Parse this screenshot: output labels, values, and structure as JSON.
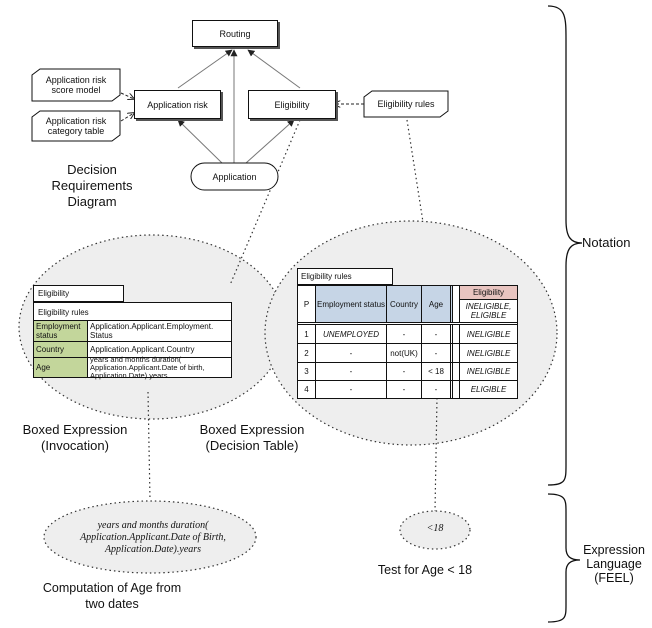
{
  "drd": {
    "routing": "Routing",
    "application_risk": "Application risk",
    "eligibility": "Eligibility",
    "eligibility_rules": "Eligibility rules",
    "risk_score_model": "Application risk score model",
    "risk_category_table": "Application risk category table",
    "application": "Application",
    "caption": "Decision Requirements Diagram"
  },
  "invocation": {
    "decision_name": "Eligibility",
    "bkm_name": "Eligibility rules",
    "bindings": [
      {
        "param": "Employment status",
        "expr": "Application.Applicant.Employment. Status"
      },
      {
        "param": "Country",
        "expr": "Application.Applicant.Country"
      },
      {
        "param": "Age",
        "expr": "years and months duration( Application.Applicant.Date of birth, Application.Date).years"
      }
    ],
    "caption": "Boxed Expression (Invocation)"
  },
  "decision_table": {
    "name": "Eligibility rules",
    "hit_policy": "P",
    "input_headers": [
      "Employment status",
      "Country",
      "Age"
    ],
    "output_header": "Eligibility",
    "output_values": "INELIGIBLE, ELIGIBLE",
    "rules": [
      {
        "n": "1",
        "employment": "UNEMPLOYED",
        "country": "-",
        "age": "-",
        "output": "INELIGIBLE"
      },
      {
        "n": "2",
        "employment": "-",
        "country": "not(UK)",
        "age": "-",
        "output": "INELIGIBLE"
      },
      {
        "n": "3",
        "employment": "-",
        "country": "-",
        "age": "< 18",
        "output": "INELIGIBLE"
      },
      {
        "n": "4",
        "employment": "-",
        "country": "-",
        "age": "-",
        "output": "ELIGIBLE"
      }
    ],
    "caption": "Boxed Expression (Decision Table)"
  },
  "feel": {
    "age_expression": "years and months duration( Application.Applicant.Date of Birth, Application.Date).years",
    "age_caption": "Computation of Age from two dates",
    "test_expression": "<18",
    "test_caption": "Test for Age < 18"
  },
  "brackets": {
    "notation": "Notation",
    "expression_language": "Expression Language (FEEL)"
  },
  "colors": {
    "input_header": "#c6d5e6",
    "output_header": "#e8c4c0",
    "binding_param": "#c3d69b",
    "bubble": "#eeeeee"
  }
}
